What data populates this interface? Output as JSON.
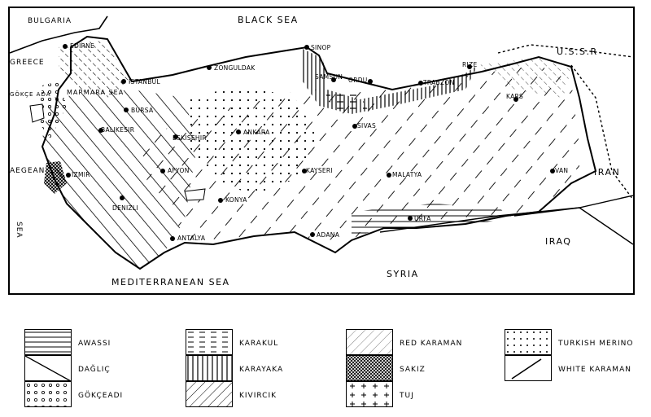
{
  "map": {
    "regions": {
      "black_sea": "BLACK SEA",
      "bulgaria": "BULGARIA",
      "greece": "GREECE",
      "gokce_ada": "GÖKÇE ADA",
      "marmara_sea": "MARMARA SEA",
      "aegean": "AEGEAN",
      "sea_vertical": "SEA",
      "mediterranean": "MEDITERRANEAN SEA",
      "syria": "SYRIA",
      "iraq": "IRAQ",
      "iran": "IRAN",
      "ussr": "U.S.S.R"
    },
    "cities": {
      "edirne": "EDIRNE",
      "istanbul": "ISTANBUL",
      "bursa": "BURSA",
      "balikesir": "BALIKESIR",
      "izmir": "IZMIR",
      "denizli": "DENIZLI",
      "antalya": "ANTALYA",
      "afyon": "AFYON",
      "eskisehir": "ESKISEHIR",
      "konya": "KONYA",
      "ankara": "ANKARA",
      "zonguldak": "ZONGULDAK",
      "sinop": "SINOP",
      "samsun": "SAMSUN",
      "ordu": "ORDU",
      "trabzon": "TRABZON",
      "rize": "RIZE",
      "kars": "KARS",
      "van": "VAN",
      "sivas": "SIVAS",
      "kayseri": "KAYSERI",
      "malatya": "MALATYA",
      "adana": "ADANA",
      "urfa": "URFA"
    }
  },
  "legend": {
    "items": [
      {
        "key": "awassi",
        "label": "AWASSI",
        "pattern": "horizontal-lines"
      },
      {
        "key": "daglic",
        "label": "DAĞLIÇ",
        "pattern": "diagonal-down"
      },
      {
        "key": "gokceadi",
        "label": "GÖKÇEADI",
        "pattern": "small-circles"
      },
      {
        "key": "karakul",
        "label": "KARAKUL",
        "pattern": "dashed-horizontal"
      },
      {
        "key": "karayaka",
        "label": "KARAYAKA",
        "pattern": "vertical-lines"
      },
      {
        "key": "kivircik",
        "label": "KIVIRCIK",
        "pattern": "diagonal-up-dense"
      },
      {
        "key": "red_karaman",
        "label": "RED KARAMAN",
        "pattern": "diagonal-up-sparse"
      },
      {
        "key": "sakiz",
        "label": "SAKIZ",
        "pattern": "cross-hatch"
      },
      {
        "key": "tuj",
        "label": "TUJ",
        "pattern": "plus-signs"
      },
      {
        "key": "turkish_merino",
        "label": "TURKISH MERINO",
        "pattern": "dots"
      },
      {
        "key": "white_karaman",
        "label": "WHITE KARAMAN",
        "pattern": "long-diagonal"
      }
    ]
  }
}
